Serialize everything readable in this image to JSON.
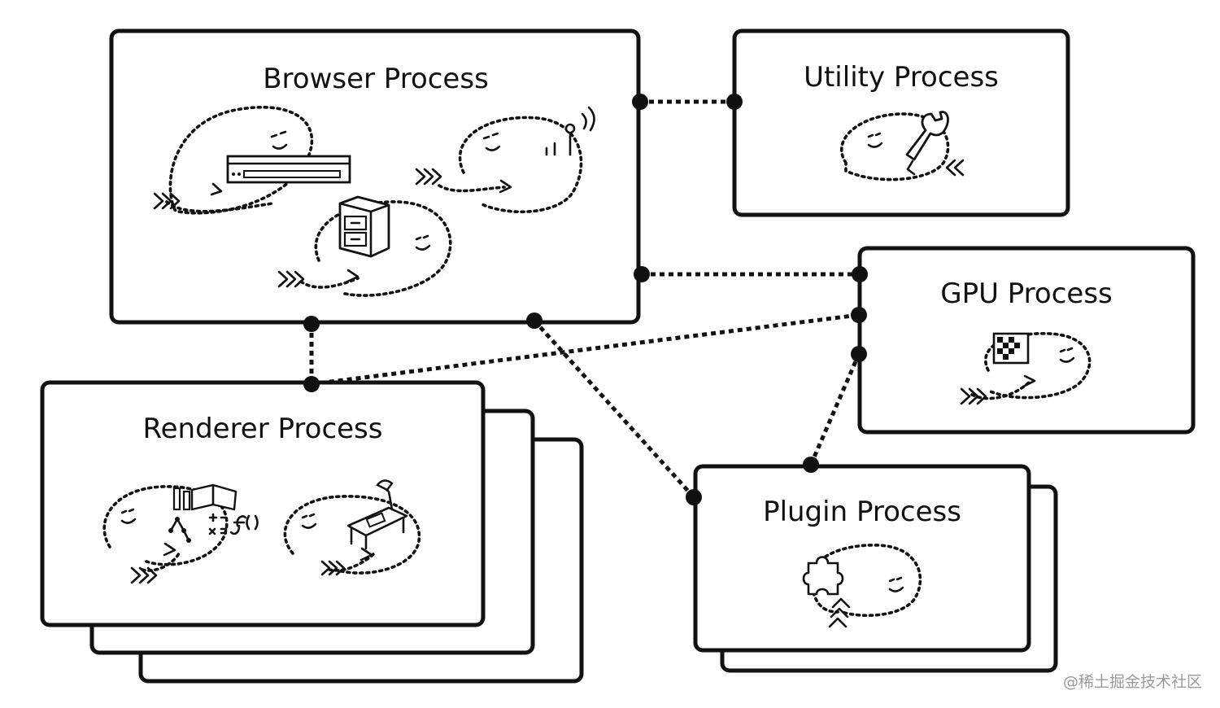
{
  "processes": {
    "browser": {
      "title": "Browser Process"
    },
    "utility": {
      "title": "Utility Process"
    },
    "gpu": {
      "title": "GPU Process"
    },
    "renderer": {
      "title": "Renderer Process"
    },
    "plugin": {
      "title": "Plugin Process"
    }
  },
  "connections": [
    {
      "from": "browser",
      "to": "utility"
    },
    {
      "from": "browser",
      "to": "gpu"
    },
    {
      "from": "browser",
      "to": "renderer"
    },
    {
      "from": "browser",
      "to": "plugin"
    },
    {
      "from": "renderer",
      "to": "gpu"
    },
    {
      "from": "plugin",
      "to": "gpu"
    }
  ],
  "icons": [
    "address-bar-icon",
    "antenna-icon",
    "file-cabinet-icon",
    "wrench-icon",
    "pixel-grid-icon",
    "code-tree-icon",
    "desk-lamp-icon",
    "puzzle-piece-icon"
  ],
  "colors": {
    "ink": "#111111",
    "background": "#ffffff",
    "watermark": "#9a9a9a"
  },
  "watermark": "@稀土掘金技术社区"
}
